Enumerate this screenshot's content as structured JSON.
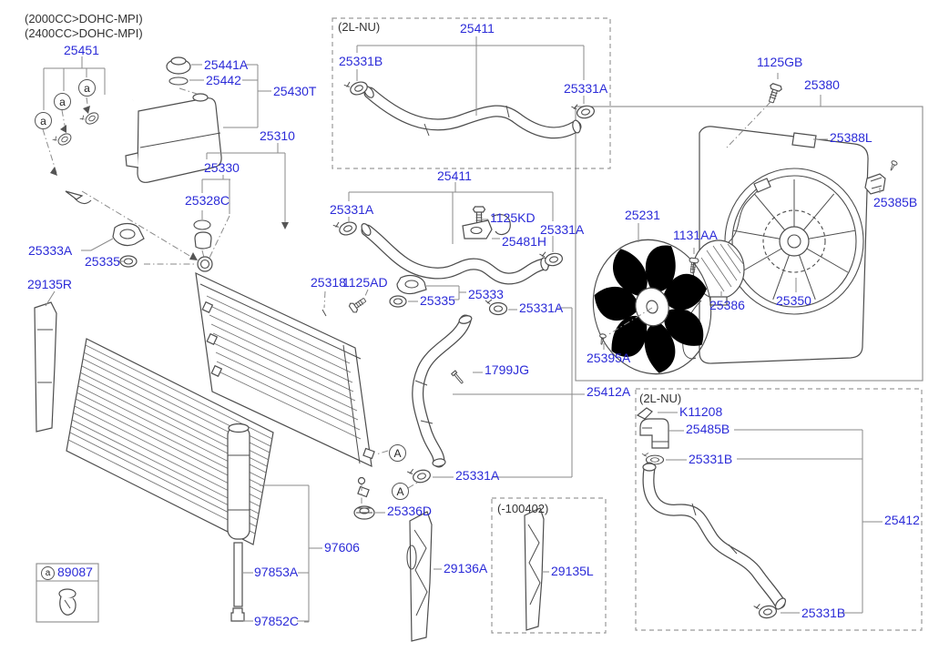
{
  "colors": {
    "part_link": "#2b2bd8",
    "note_text": "#333333",
    "line_art": "#4d4d4d",
    "leader": "#8a8a8a"
  },
  "notes": {
    "engine_a": "(2000CC>DOHC-MPI)",
    "engine_b": "(2400CC>DOHC-MPI)"
  },
  "variant_boxes": {
    "upper": "(2L-NU)",
    "lower": "(2L-NU)",
    "guard": "(-100402)"
  },
  "markers": {
    "a": "a",
    "A": "A"
  },
  "legend": {
    "marker": "a",
    "part": "89087"
  },
  "parts": {
    "p25451": "25451",
    "p25441A": "25441A",
    "p25442": "25442",
    "p25430T": "25430T",
    "p25310": "25310",
    "p25330": "25330",
    "p25328C": "25328C",
    "p25333A": "25333A",
    "p25335_a": "25335",
    "p29135R": "29135R",
    "p25411_a": "25411",
    "p25331B_a": "25331B",
    "p25331A_a": "25331A",
    "p25411_b": "25411",
    "p25331A_b": "25331A",
    "p1125KD": "1125KD",
    "p25481H": "25481H",
    "p25331A_c": "25331A",
    "p25318": "25318",
    "p1125AD": "1125AD",
    "p25335_b": "25335",
    "p25333": "25333",
    "p25331A_d": "25331A",
    "p1125GB": "1125GB",
    "p25380": "25380",
    "p25388L": "25388L",
    "p25385B": "25385B",
    "p25231": "25231",
    "p1131AA": "1131AA",
    "p25386": "25386",
    "p25350": "25350",
    "p25395A": "25395A",
    "p1799JG": "1799JG",
    "p25412A": "25412A",
    "p25331A_e": "25331A",
    "p25336D": "25336D",
    "pK11208": "K11208",
    "p25485B": "25485B",
    "p25331B_b": "25331B",
    "p25412": "25412",
    "p25331B_c": "25331B",
    "p89087": "89087",
    "p97606": "97606",
    "p97853A": "97853A",
    "p97852C": "97852C",
    "p29136A": "29136A",
    "p29135L": "29135L"
  }
}
